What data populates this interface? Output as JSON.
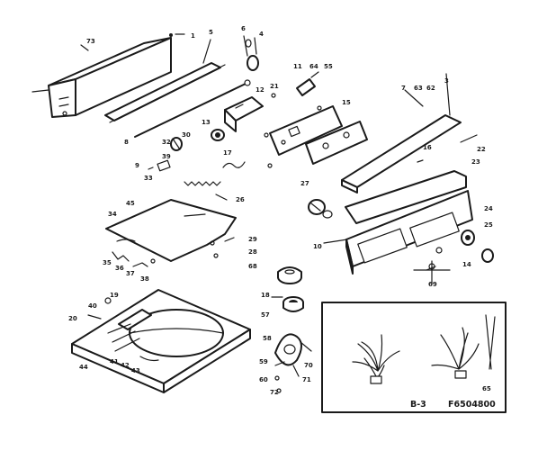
{
  "diagram": {
    "figure_code": "B-3",
    "figure_id": "F6504800",
    "part_labels": [
      "73",
      "1",
      "8",
      "5",
      "4",
      "6",
      "21",
      "12",
      "11",
      "64",
      "55",
      "7",
      "63",
      "62",
      "22",
      "15",
      "13",
      "32",
      "30",
      "39",
      "17",
      "9",
      "33",
      "26",
      "45",
      "27",
      "23",
      "29",
      "28",
      "24",
      "25",
      "10",
      "14",
      "34",
      "35",
      "36",
      "37",
      "38",
      "68",
      "69",
      "19",
      "18",
      "20",
      "40",
      "41",
      "42",
      "43",
      "44",
      "57",
      "58",
      "59",
      "70",
      "71",
      "72",
      "60",
      "65",
      "3",
      "16"
    ]
  }
}
